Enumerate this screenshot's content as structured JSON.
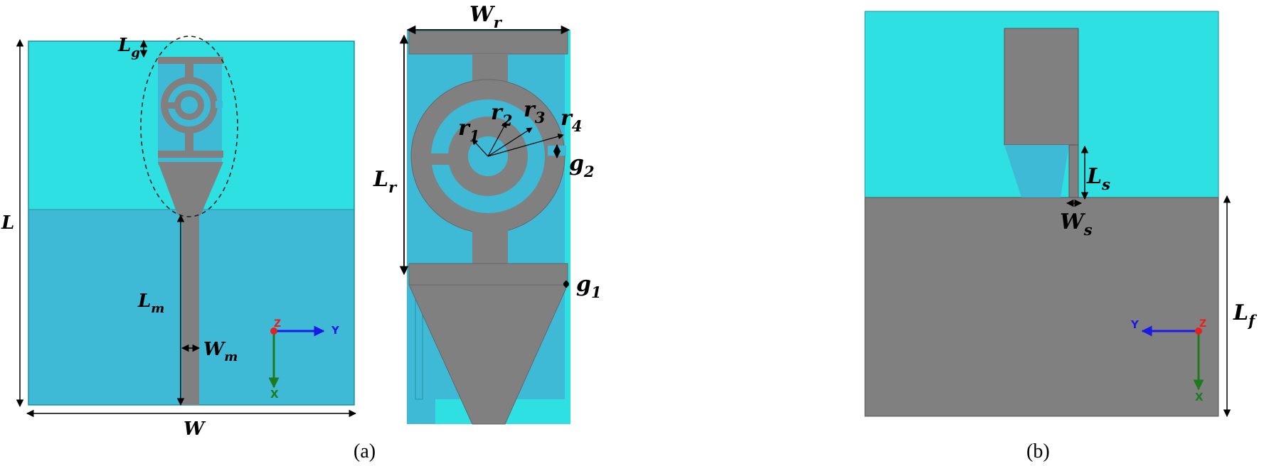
{
  "colors": {
    "substrate_light": "#2EE0E2",
    "substrate_dark": "#3FBAD6",
    "metal": "#808080",
    "axis_x": "#1F7A1F",
    "axis_y": "#1A1AE6",
    "axis_z": "#E62020"
  },
  "panel_a": {
    "caption": "(a)",
    "front": {
      "labels": {
        "L": "L",
        "W": "W",
        "Lg": "L",
        "Lg_sub": "g",
        "Lm": "L",
        "Lm_sub": "m",
        "Wm": "W",
        "Wm_sub": "m"
      },
      "axes": {
        "x": "X",
        "y": "Y",
        "z": "Z"
      }
    },
    "zoom": {
      "labels": {
        "Wr": "W",
        "Wr_sub": "r",
        "Lr": "L",
        "Lr_sub": "r",
        "r1": "r",
        "r1_sub": "1",
        "r2": "r",
        "r2_sub": "2",
        "r3": "r",
        "r3_sub": "3",
        "r4": "r",
        "r4_sub": "4",
        "g1": "g",
        "g1_sub": "1",
        "g2": "g",
        "g2_sub": "2"
      }
    }
  },
  "panel_b": {
    "caption": "(b)",
    "labels": {
      "Ls": "L",
      "Ls_sub": "s",
      "Ws": "W",
      "Ws_sub": "s",
      "Lf": "L",
      "Lf_sub": "f"
    },
    "axes": {
      "x": "X",
      "y": "Y",
      "z": "Z"
    }
  }
}
